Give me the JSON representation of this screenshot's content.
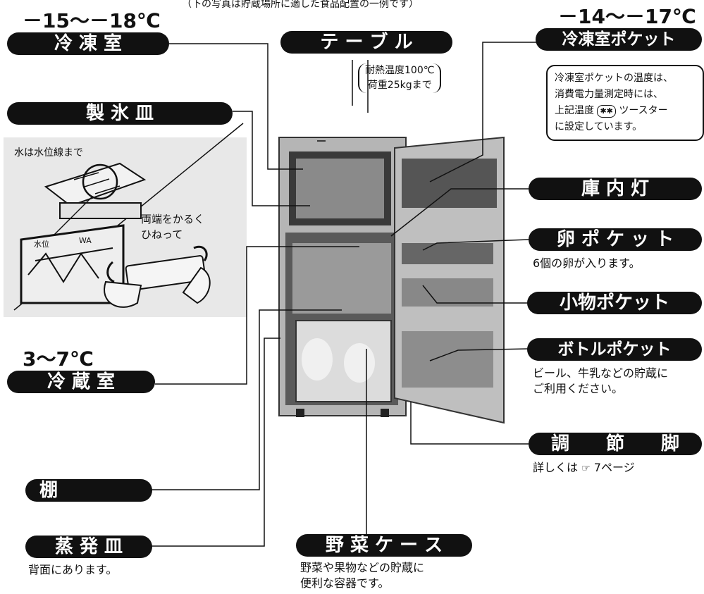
{
  "header_note": "（下の写真は貯蔵場所に適した食品配置の一例です）",
  "labels": {
    "freezer_temp": "－15～－18℃",
    "freezer": "冷 凍 室",
    "table": "テ ー ブ ル",
    "table_note_1": "耐熱温度100℃",
    "table_note_2": "荷重25kgまで",
    "freezer_pocket_temp": "－14～－17℃",
    "freezer_pocket": "冷凍室ポケット",
    "freezer_pocket_note": [
      "冷凍室ポケットの温度は、",
      "消費電力量測定時には、",
      "上記温度",
      "ツースター",
      "に設定しています。"
    ],
    "star_mark": "✱✱",
    "ice_tray": "製 氷 皿",
    "interior_light": "庫 内 灯",
    "egg_pocket": "卵 ポ ケ ッ ト",
    "egg_note": "6個の卵が入ります。",
    "small_pocket": "小物ポケット",
    "fridge_temp": "3～7℃",
    "fridge": "冷 蔵 室",
    "bottle_pocket": "ボトルポケット",
    "bottle_note_1": "ビール、牛乳などの貯蔵に",
    "bottle_note_2": "ご利用ください。",
    "adjust_leg": "調　　節　　脚",
    "adjust_note_prefix": "詳しくは",
    "adjust_note_page": "7ページ",
    "shelf": "棚",
    "evap_tray": "蒸 発 皿",
    "evap_note": "背面にあります。",
    "veg_case": "野 菜 ケ ー ス",
    "veg_note_1": "野菜や果物などの貯蔵に",
    "veg_note_2": "便利な容器です。"
  },
  "illustration": {
    "water_line": "水は水位線まで",
    "twist_1": "両端をかるく",
    "twist_2": "ひねって",
    "mark_1": "水位",
    "mark_2": "WA"
  }
}
